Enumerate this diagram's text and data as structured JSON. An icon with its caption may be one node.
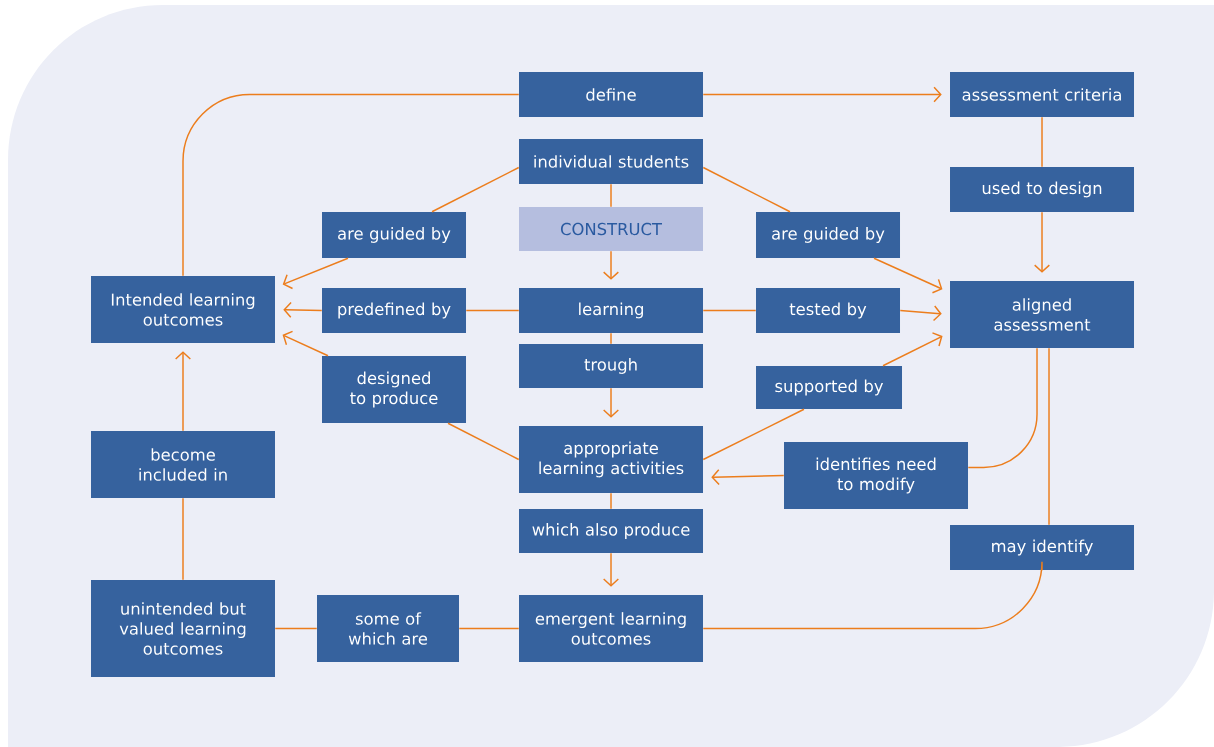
{
  "diagram": {
    "nodes": [
      {
        "text": [
          "define"
        ]
      },
      {
        "text": [
          "assessment criteria"
        ]
      },
      {
        "text": [
          "individual students"
        ]
      },
      {
        "text": [
          "CONSTRUCT"
        ]
      },
      {
        "text": [
          "are guided by"
        ]
      },
      {
        "text": [
          "are guided by"
        ]
      },
      {
        "text": [
          "used to design"
        ]
      },
      {
        "text": [
          "Intended learning outcomes"
        ]
      },
      {
        "text": [
          "predefined by"
        ]
      },
      {
        "text": [
          "learning"
        ]
      },
      {
        "text": [
          "tested by"
        ]
      },
      {
        "text": [
          "aligned assessment"
        ]
      },
      {
        "text": [
          "trough"
        ]
      },
      {
        "text": [
          "designed to produce"
        ]
      },
      {
        "text": [
          "supported by"
        ]
      },
      {
        "text": [
          "appropriate learning activities"
        ]
      },
      {
        "text": [
          "identifies need to modify"
        ]
      },
      {
        "text": [
          "become included in"
        ]
      },
      {
        "text": [
          "which also produce"
        ]
      },
      {
        "text": [
          "may identify"
        ]
      },
      {
        "text": [
          "unintended but valued learning outcomes"
        ]
      },
      {
        "text": [
          "some of which are"
        ]
      },
      {
        "text": [
          "emergent learning outcomes"
        ]
      }
    ],
    "edges": [
      {
        "from": 7,
        "to": 0,
        "arrow": "none"
      },
      {
        "from": 0,
        "to": 1,
        "arrow": "to"
      },
      {
        "from": 1,
        "to": 6,
        "arrow": "none"
      },
      {
        "from": 6,
        "to": 11,
        "arrow": "to"
      },
      {
        "from": 2,
        "to": 4,
        "arrow": "none"
      },
      {
        "from": 4,
        "to": 7,
        "arrow": "to"
      },
      {
        "from": 2,
        "to": 5,
        "arrow": "none"
      },
      {
        "from": 5,
        "to": 11,
        "arrow": "to"
      },
      {
        "from": 2,
        "to": 3,
        "arrow": "none"
      },
      {
        "from": 3,
        "to": 9,
        "arrow": "to"
      },
      {
        "from": 9,
        "to": 8,
        "arrow": "none"
      },
      {
        "from": 8,
        "to": 7,
        "arrow": "to"
      },
      {
        "from": 9,
        "to": 10,
        "arrow": "none"
      },
      {
        "from": 10,
        "to": 11,
        "arrow": "to"
      },
      {
        "from": 9,
        "to": 12,
        "arrow": "none"
      },
      {
        "from": 12,
        "to": 15,
        "arrow": "to"
      },
      {
        "from": 15,
        "to": 13,
        "arrow": "none"
      },
      {
        "from": 13,
        "to": 7,
        "arrow": "to"
      },
      {
        "from": 15,
        "to": 14,
        "arrow": "none"
      },
      {
        "from": 14,
        "to": 11,
        "arrow": "to"
      },
      {
        "from": 11,
        "to": 16,
        "arrow": "none"
      },
      {
        "from": 16,
        "to": 15,
        "arrow": "to"
      },
      {
        "from": 15,
        "to": 18,
        "arrow": "none"
      },
      {
        "from": 18,
        "to": 22,
        "arrow": "to"
      },
      {
        "from": 11,
        "to": 19,
        "arrow": "none"
      },
      {
        "from": 19,
        "to": 22,
        "arrow": "none"
      },
      {
        "from": 22,
        "to": 21,
        "arrow": "none"
      },
      {
        "from": 21,
        "to": 20,
        "arrow": "none"
      },
      {
        "from": 20,
        "to": 17,
        "arrow": "none"
      },
      {
        "from": 17,
        "to": 7,
        "arrow": "to"
      }
    ]
  }
}
